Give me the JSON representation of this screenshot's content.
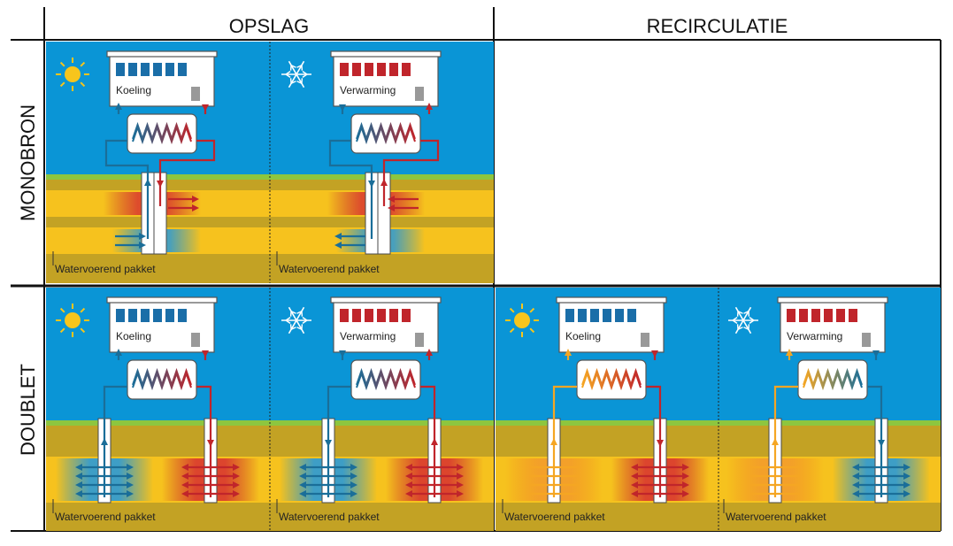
{
  "columns": [
    "OPSLAG",
    "RECIRCULATIE"
  ],
  "rows": [
    "MONOBRON",
    "DOUBLET"
  ],
  "panels": [
    {
      "id": "mono-koeling",
      "mode": "Koeling",
      "season": "sun-icon",
      "config": "monobron"
    },
    {
      "id": "mono-verwarming",
      "mode": "Verwarming",
      "season": "snowflake-icon",
      "config": "monobron"
    },
    {
      "id": "doublet-koeling",
      "mode": "Koeling",
      "season": "sun-icon",
      "config": "doublet"
    },
    {
      "id": "doublet-verwarming",
      "mode": "Verwarming",
      "season": "snowflake-icon",
      "config": "doublet"
    },
    {
      "id": "recirc-koeling",
      "mode": "Koeling",
      "season": "sun-icon",
      "config": "recirculatie"
    },
    {
      "id": "recirc-verwarming",
      "mode": "Verwarming",
      "season": "snowflake-icon",
      "config": "recirculatie"
    }
  ],
  "aquifer_label": "Watervoerend pakket",
  "colors": {
    "sky": "#0a95d6",
    "grass": "#8dc63f",
    "soil": "#c3a224",
    "aquifer": "#f6c21e",
    "cold": "#1a6e99",
    "warm": "#c0252b",
    "recirc": "#f5a623",
    "grid": "#111111"
  }
}
